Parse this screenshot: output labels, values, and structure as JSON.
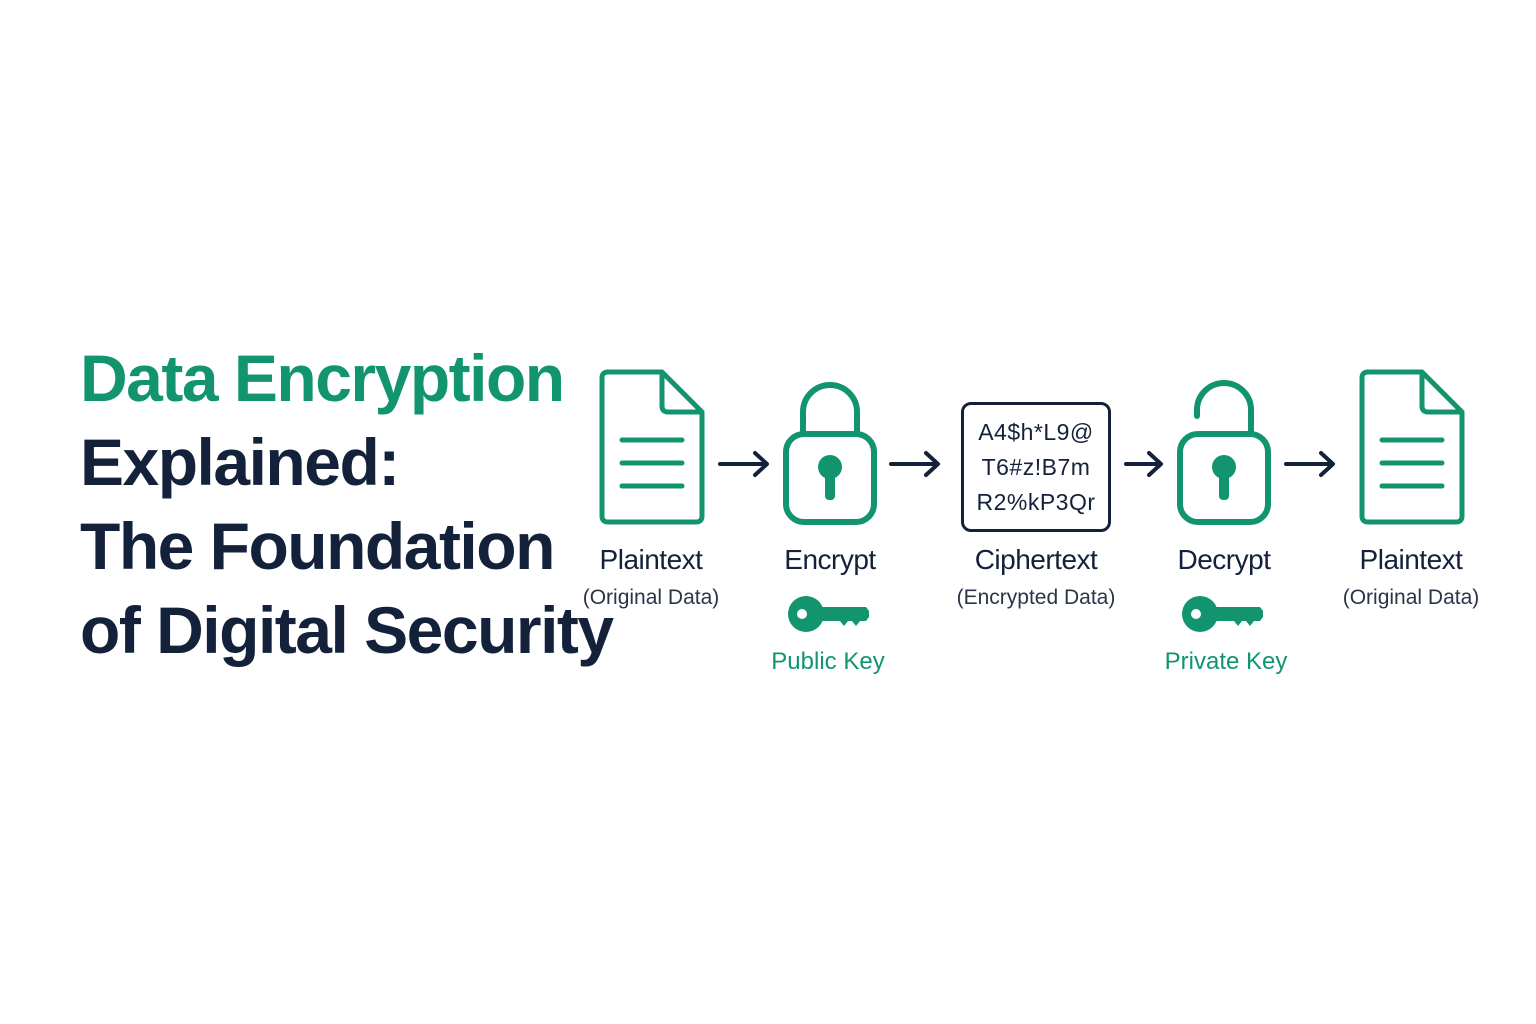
{
  "title": {
    "line1": "Data Encryption",
    "line2": "Explained:",
    "line3": "The Foundation",
    "line4": "of Digital Security"
  },
  "colors": {
    "accent": "#12956f",
    "dark": "#13213a"
  },
  "steps": [
    {
      "label": "Plaintext",
      "sub": "(Original Data)",
      "icon": "document-icon"
    },
    {
      "label": "Encrypt",
      "key_label": "Public Key",
      "icon": "locked-padlock-icon"
    },
    {
      "label": "Ciphertext",
      "sub": "(Encrypted Data)",
      "cipher_lines": [
        "A4$h*L9@",
        "T6#z!B7m",
        "R2%kP3Qr"
      ]
    },
    {
      "label": "Decrypt",
      "key_label": "Private Key",
      "icon": "unlocked-padlock-icon"
    },
    {
      "label": "Plaintext",
      "sub": "(Original Data)",
      "icon": "document-icon"
    }
  ]
}
